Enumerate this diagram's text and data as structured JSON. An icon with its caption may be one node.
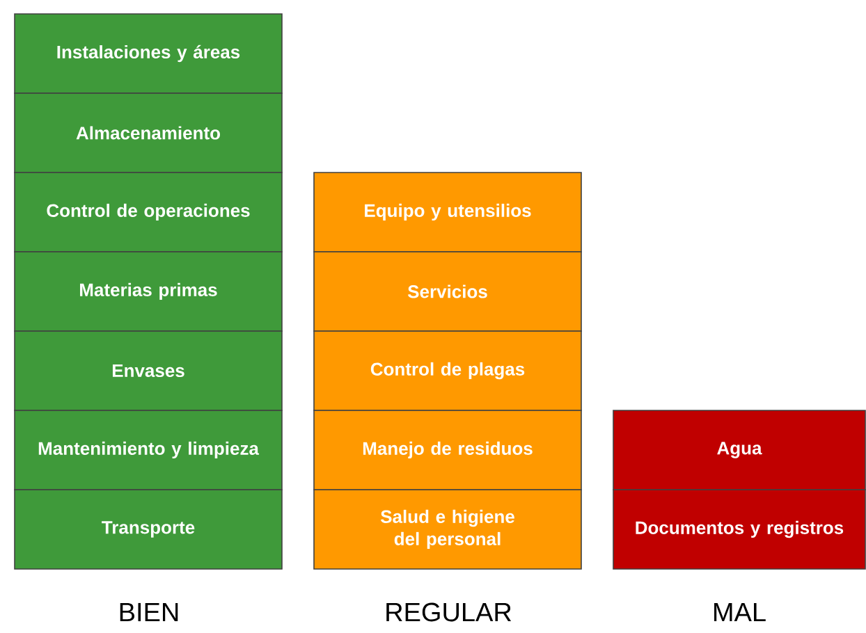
{
  "diagram": {
    "nodes": [
      {
        "text": [
          "Instalaciones y áreas"
        ]
      },
      {
        "text": [
          "Almacenamiento"
        ]
      },
      {
        "text": [
          "Control de operaciones"
        ]
      },
      {
        "text": [
          "Materias primas"
        ]
      },
      {
        "text": [
          "Envases"
        ]
      },
      {
        "text": [
          "Mantenimiento y limpieza"
        ]
      },
      {
        "text": [
          "Transporte"
        ]
      },
      {
        "text": [
          "Equipo y utensilios"
        ]
      },
      {
        "text": [
          "Servicios"
        ]
      },
      {
        "text": [
          "Control de plagas"
        ]
      },
      {
        "text": [
          "Manejo de residuos"
        ]
      },
      {
        "text": [
          "Salud e higiene del personal"
        ]
      },
      {
        "text": [
          "Agua"
        ]
      },
      {
        "text": [
          "Documentos y registros"
        ]
      }
    ],
    "labels": [
      "BIEN",
      "REGULAR",
      "MAL"
    ]
  }
}
